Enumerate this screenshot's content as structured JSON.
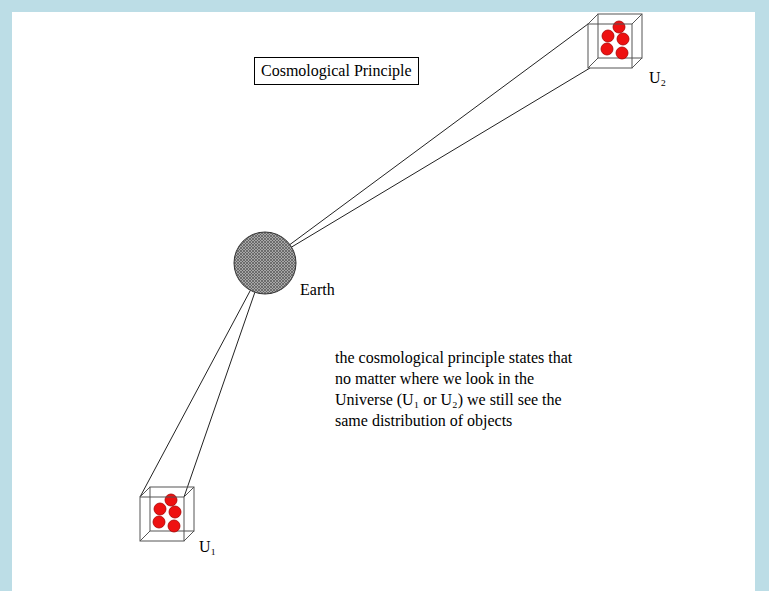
{
  "diagram": {
    "title": "Cosmological Principle",
    "nodes": [
      {
        "text": [
          "U₂"
        ]
      },
      {
        "text": [
          "Earth"
        ]
      },
      {
        "text": [
          "U₁"
        ]
      }
    ],
    "edges": [
      {
        "from": 1,
        "to": 0,
        "arrow": "none"
      },
      {
        "from": 1,
        "to": 2,
        "arrow": "none"
      }
    ],
    "labels": [
      "the cosmological principle states that no matter where we look in the Universe (U₁ or U₂) we still see the same distribution of objects"
    ]
  }
}
